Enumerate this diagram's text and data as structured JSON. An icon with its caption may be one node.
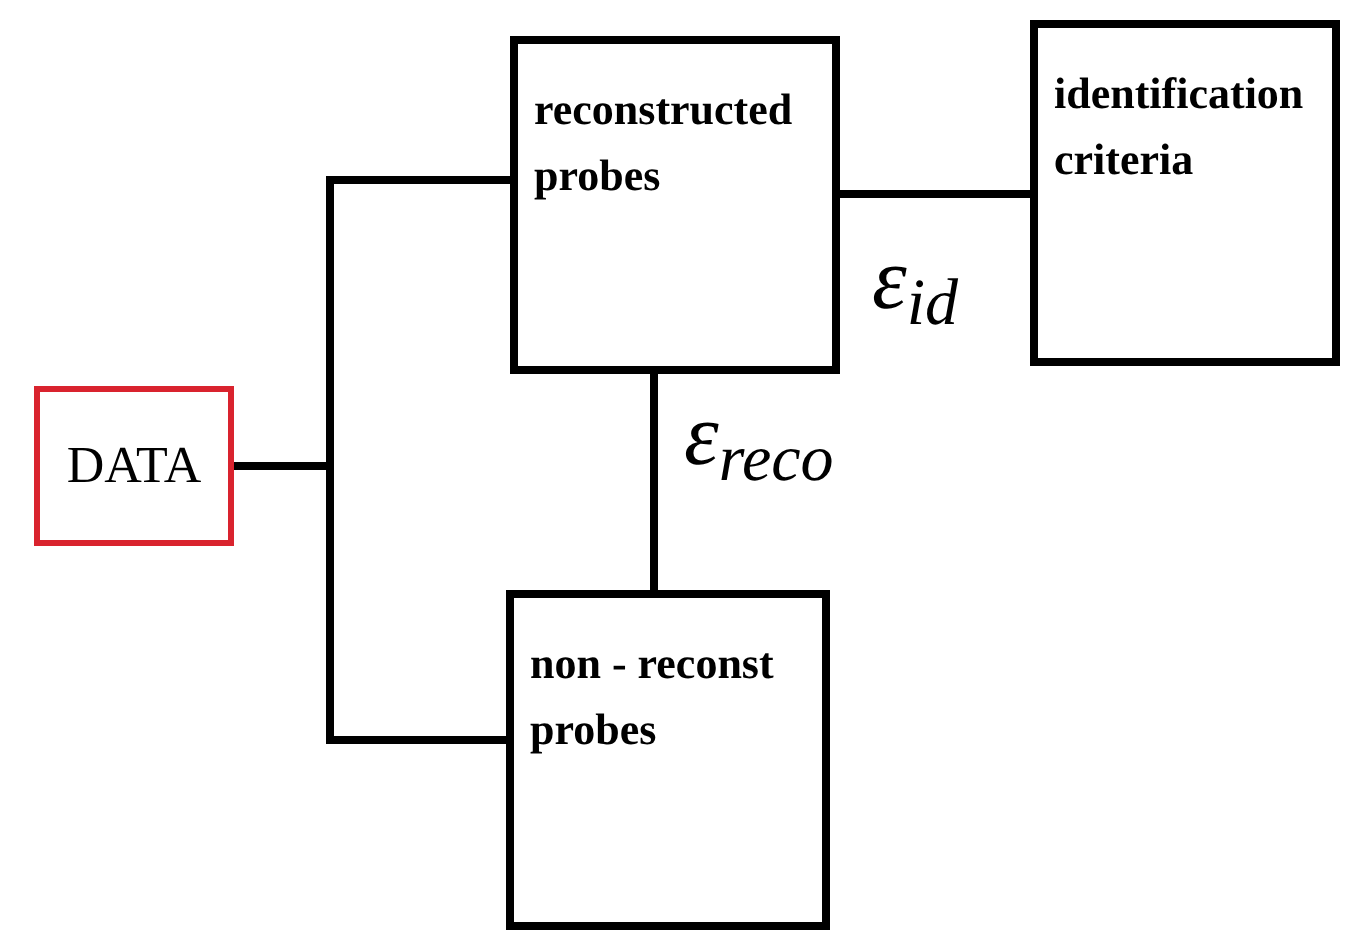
{
  "diagram": {
    "nodes": [
      {
        "text": [
          "DATA"
        ]
      },
      {
        "text": [
          "reconstructed probes"
        ]
      },
      {
        "text": [
          "identification criteria"
        ]
      },
      {
        "text": [
          "non - reconst probes"
        ]
      }
    ],
    "edges": [
      {
        "from": 0,
        "to": 1,
        "arrow": "none"
      },
      {
        "from": 0,
        "to": 3,
        "arrow": "none"
      },
      {
        "from": 1,
        "to": 2,
        "arrow": "none",
        "label": "ε$_{id}$"
      },
      {
        "from": 1,
        "to": 3,
        "arrow": "none",
        "label": "ε$_{reco}$"
      }
    ]
  }
}
